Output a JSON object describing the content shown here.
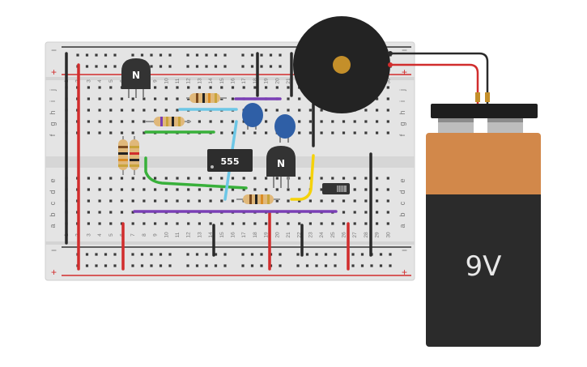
{
  "breadboard": {
    "rail_signs": {
      "minus": "−",
      "plus": "+"
    },
    "row_letters_top": [
      "j",
      "i",
      "h",
      "g",
      "f"
    ],
    "row_letters_bottom": [
      "e",
      "d",
      "c",
      "b",
      "a"
    ],
    "column_numbers": [
      "1",
      "2",
      "3",
      "4",
      "5",
      "6",
      "7",
      "8",
      "9",
      "10",
      "11",
      "12",
      "13",
      "14",
      "15",
      "16",
      "17",
      "18",
      "19",
      "20",
      "21",
      "22",
      "23",
      "24",
      "25",
      "26",
      "27",
      "28",
      "29",
      "30"
    ]
  },
  "components": {
    "transistor_left_label": "N",
    "transistor_right_label": "N",
    "ic_label": "555",
    "battery_label": "9V"
  },
  "colors": {
    "board": "#e4e4e4",
    "rail_red": "#d12d2d",
    "wire_green": "#38b03a",
    "wire_purple": "#7a3fb5",
    "wire_cyan": "#6dc7e6",
    "wire_yellow": "#f5d20a",
    "capacitor": "#2f5fa6",
    "battery_orange": "#d2884a",
    "battery_body": "#2b2b2b"
  }
}
